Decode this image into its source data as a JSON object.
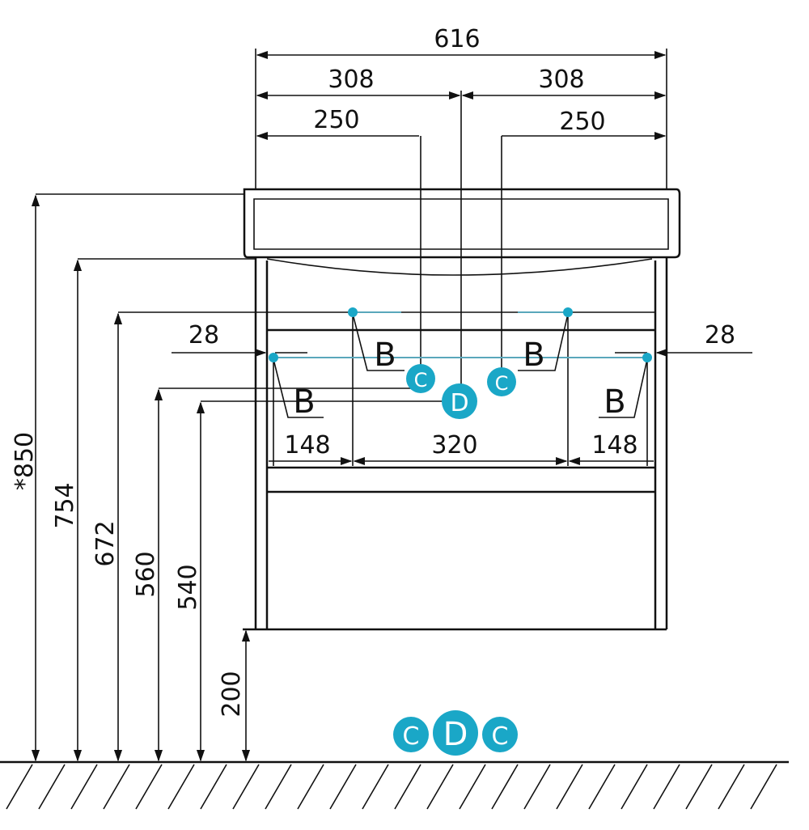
{
  "dimensions": {
    "total_width": "616",
    "half_left": "308",
    "half_right": "308",
    "offset_left": "250",
    "offset_right": "250",
    "edge_left": "28",
    "edge_right": "28",
    "span_left": "148",
    "span_center": "320",
    "span_right": "148",
    "height_total": "*850",
    "height_754": "754",
    "height_672": "672",
    "height_560": "560",
    "height_540": "540",
    "height_200": "200"
  },
  "labels": {
    "b": "B",
    "c": "C",
    "d": "D"
  },
  "colors": {
    "line": "#111111",
    "accent": "#1aa7c7",
    "accent_light": "#5aa7bb"
  }
}
